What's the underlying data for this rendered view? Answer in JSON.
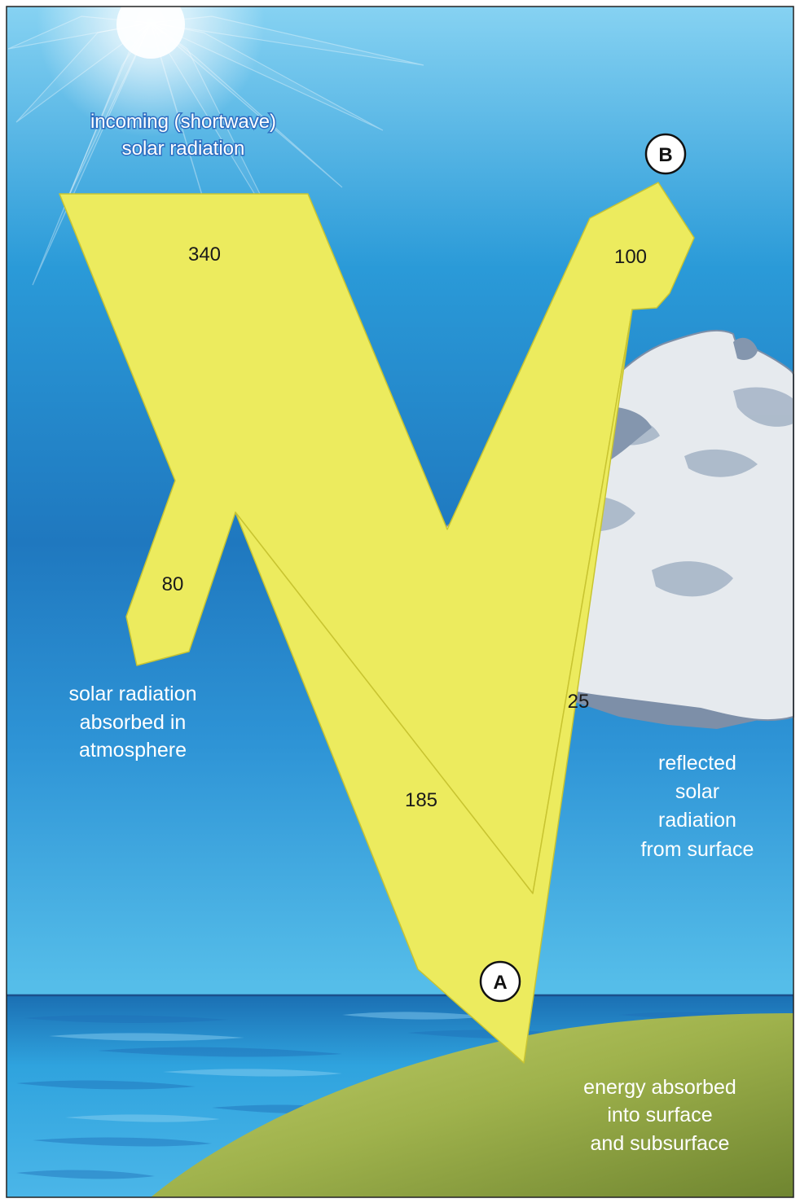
{
  "labels": {
    "incoming_line1": "incoming (shortwave)",
    "incoming_line2": "solar radiation",
    "absorbed_atm_line1": "solar radiation",
    "absorbed_atm_line2": "absorbed in",
    "absorbed_atm_line3": "atmosphere",
    "reflected_line1": "reflected",
    "reflected_line2": "solar",
    "reflected_line3": "radiation",
    "reflected_line4": "from surface",
    "surface_line1": "energy absorbed",
    "surface_line2": "into surface",
    "surface_line3": "and subsurface"
  },
  "values": {
    "incoming": "340",
    "absorbed_atmosphere": "80",
    "to_surface": "185",
    "reflected_surface": "25",
    "reflected_total": "100"
  },
  "markers": {
    "a": "A",
    "b": "B"
  },
  "colors": {
    "sky_top": "#86d2f2",
    "sky_mid": "#1f78bf",
    "sky_bottom": "#55bde9",
    "arrow_fill": "#eceb5e",
    "ground": "#8ea43e",
    "sea": "#2e9fdc",
    "cloud": "#e8ecef",
    "cloud_shadow": "#7b8fa9"
  }
}
